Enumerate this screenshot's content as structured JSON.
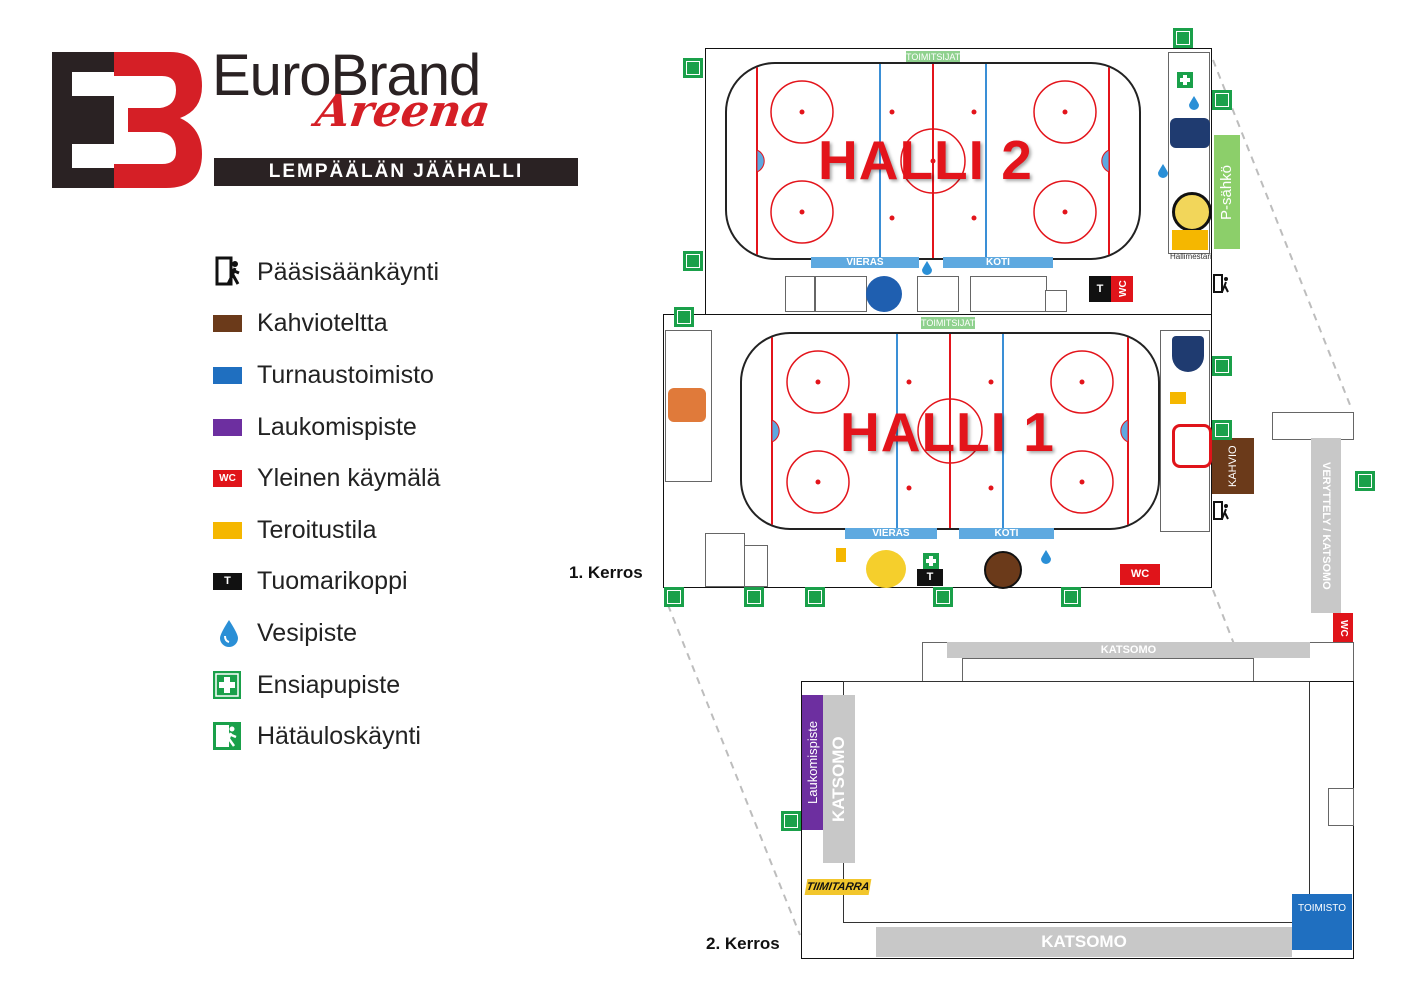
{
  "logo": {
    "initials": "EB",
    "name": "EuroBrand",
    "script": "Areena",
    "subtitle": "LEMPÄÄLÄN JÄÄHALLI"
  },
  "legend": [
    {
      "label": "Pääsisäänkäynti",
      "icon": "main-entrance-icon",
      "color": "#111111"
    },
    {
      "label": "Kahvioteltta",
      "icon": "swatch",
      "color": "#6b3a1a"
    },
    {
      "label": "Turnaustoimisto",
      "icon": "swatch",
      "color": "#1f6fc0"
    },
    {
      "label": "Laukomispiste",
      "icon": "swatch",
      "color": "#6d2fa0"
    },
    {
      "label": "Yleinen käymälä",
      "icon": "wc-icon",
      "color": "#e0141a",
      "tag": "WC"
    },
    {
      "label": "Teroitustila",
      "icon": "swatch",
      "color": "#f5b700"
    },
    {
      "label": "Tuomarikoppi",
      "icon": "referee-icon",
      "color": "#111111",
      "tag": "T"
    },
    {
      "label": "Vesipiste",
      "icon": "water-drop-icon",
      "color": "#2a8fd6"
    },
    {
      "label": "Ensiapupiste",
      "icon": "first-aid-icon",
      "color": "#1aa04a"
    },
    {
      "label": "Hätäuloskäynti",
      "icon": "emergency-exit-icon",
      "color": "#1aa04a"
    }
  ],
  "floors": {
    "first": "1. Kerros",
    "second": "2. Kerros"
  },
  "halls": {
    "hall2": {
      "title": "HALLI 2",
      "toimitsijat": "TOIMITSIJAT",
      "vieras": "VIERAS",
      "koti": "KOTI"
    },
    "hall1": {
      "title": "HALLI 1",
      "toimitsijat": "TOIMITSIJAT",
      "vieras": "VIERAS",
      "koti": "KOTI"
    }
  },
  "labels": {
    "p_sahko": "P-sähkö",
    "kahvio": "KAHVIO",
    "verryttely": "VERYTTELY / KATSOMO",
    "katsomo_top": "KATSOMO",
    "katsomo_left": "KATSOMO",
    "katsomo_bottom": "KATSOMO",
    "laukomispiste": "Laukomispiste",
    "toimisto": "TOIMISTO",
    "tiimitarra": "TIIMITARRA",
    "hallimestari": "Hallimestari",
    "wc": "WC",
    "t": "T"
  },
  "colors": {
    "red": "#e3141b",
    "green": "#1aa04a",
    "blue_bench": "#5ea9e0",
    "grey": "#c8c8c8",
    "yellow": "#f5b700",
    "purple": "#6d2fa0",
    "brown": "#6b3a1a",
    "office_blue": "#1f6fc0",
    "psahko_green": "#8ccf6a"
  }
}
